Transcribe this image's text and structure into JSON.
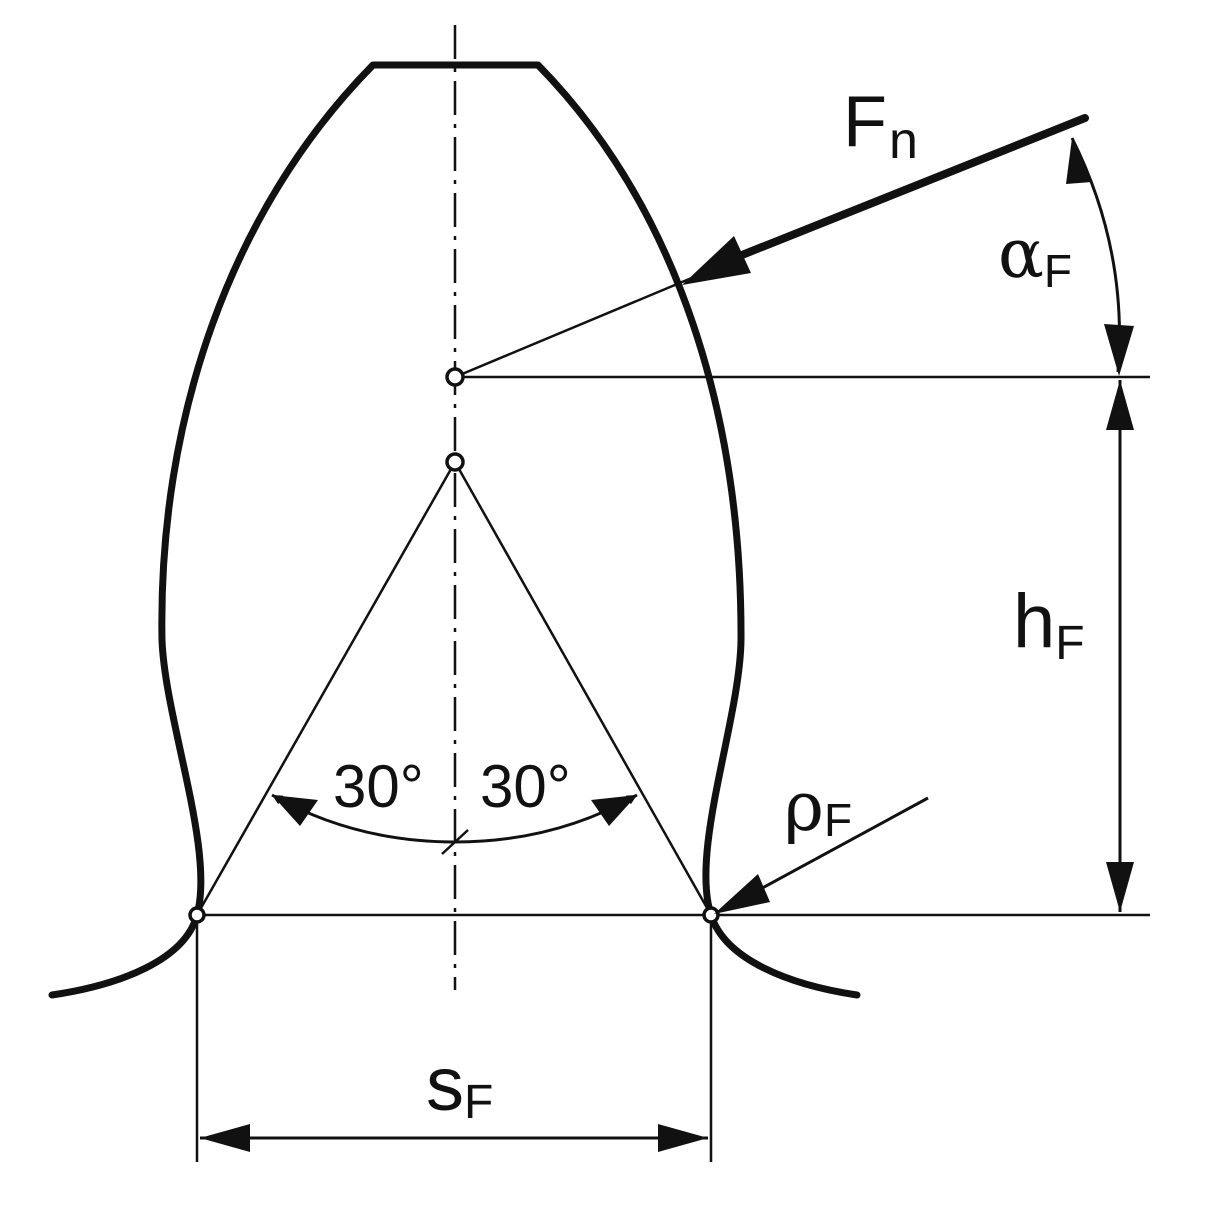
{
  "labels": {
    "force_main": "F",
    "force_sub": "n",
    "alpha_main": "α",
    "alpha_sub": "F",
    "h_main": "h",
    "h_sub": "F",
    "rho_main": "ρ",
    "rho_sub": "F",
    "s_main": "s",
    "s_sub": "F",
    "angle_left": "30°",
    "angle_right": "30°"
  },
  "colors": {
    "stroke": "#111111",
    "background": "#ffffff"
  }
}
